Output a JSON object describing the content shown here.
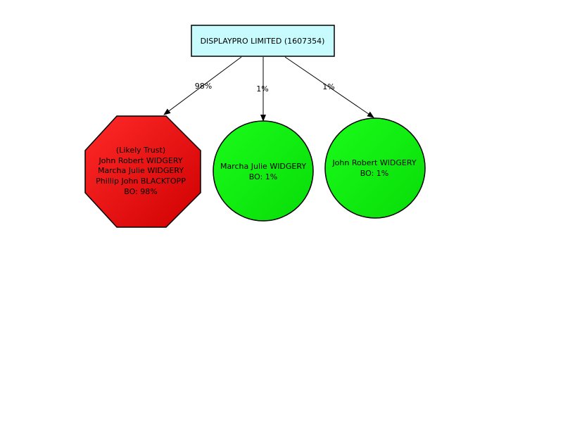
{
  "root": {
    "label": "DISPLAYPRO LIMITED (1607354)",
    "fill": "#c7fbfd",
    "stroke": "#000000"
  },
  "edges": [
    {
      "label": "98%"
    },
    {
      "label": "1%"
    },
    {
      "label": "1%"
    }
  ],
  "children": [
    {
      "shape": "octagon",
      "fill": "#ee1010",
      "lines": [
        "(Likely Trust)",
        "John Robert WIDGERY",
        "Marcha Julie WIDGERY",
        "Phillip John BLACKTOPP",
        "BO: 98%"
      ]
    },
    {
      "shape": "circle",
      "fill": "#12ee12",
      "lines": [
        "Marcha Julie WIDGERY",
        "BO: 1%"
      ]
    },
    {
      "shape": "circle",
      "fill": "#12ee12",
      "lines": [
        "John Robert WIDGERY",
        "BO: 1%"
      ]
    }
  ]
}
